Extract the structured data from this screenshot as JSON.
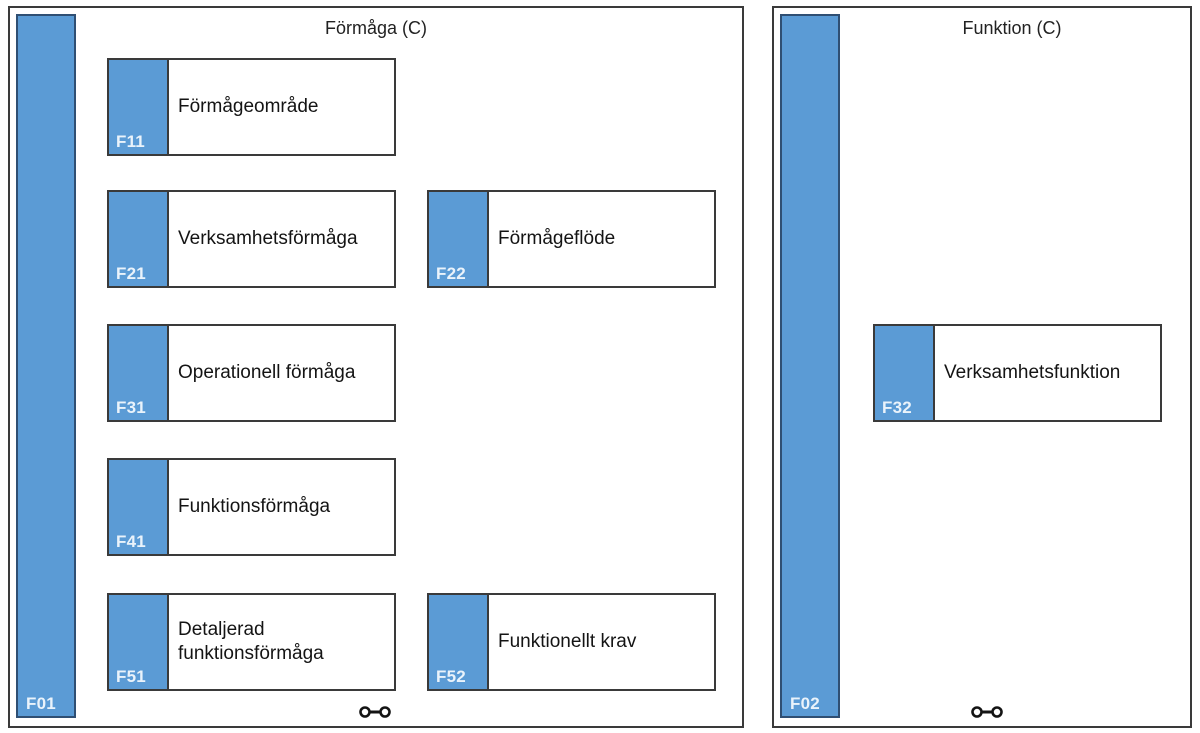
{
  "diagram": {
    "title_visible": false,
    "accent_color": "#5B9BD5",
    "border_color": "#3a3a3a",
    "tag_text_color": "#eaf3fb",
    "packages": [
      {
        "id": "pkg-formaga",
        "title": "Förmåga (C)",
        "band_label": "F01",
        "connector_icon": "chain-link-icon",
        "elements": [
          {
            "tag": "F11",
            "name": "Förmågeområde"
          },
          {
            "tag": "F21",
            "name": "Verksamhetsförmåga"
          },
          {
            "tag": "F22",
            "name": "Förmågeflöde"
          },
          {
            "tag": "F31",
            "name": "Operationell förmåga"
          },
          {
            "tag": "F41",
            "name": "Funktionsförmåga"
          },
          {
            "tag": "F51",
            "name": "Detaljerad\nfunktionsförmåga"
          },
          {
            "tag": "F52",
            "name": "Funktionellt krav"
          }
        ]
      },
      {
        "id": "pkg-funktion",
        "title": "Funktion (C)",
        "band_label": "F02",
        "connector_icon": "chain-link-icon",
        "elements": [
          {
            "tag": "F32",
            "name": "Verksamhetsfunktion"
          }
        ]
      }
    ]
  }
}
